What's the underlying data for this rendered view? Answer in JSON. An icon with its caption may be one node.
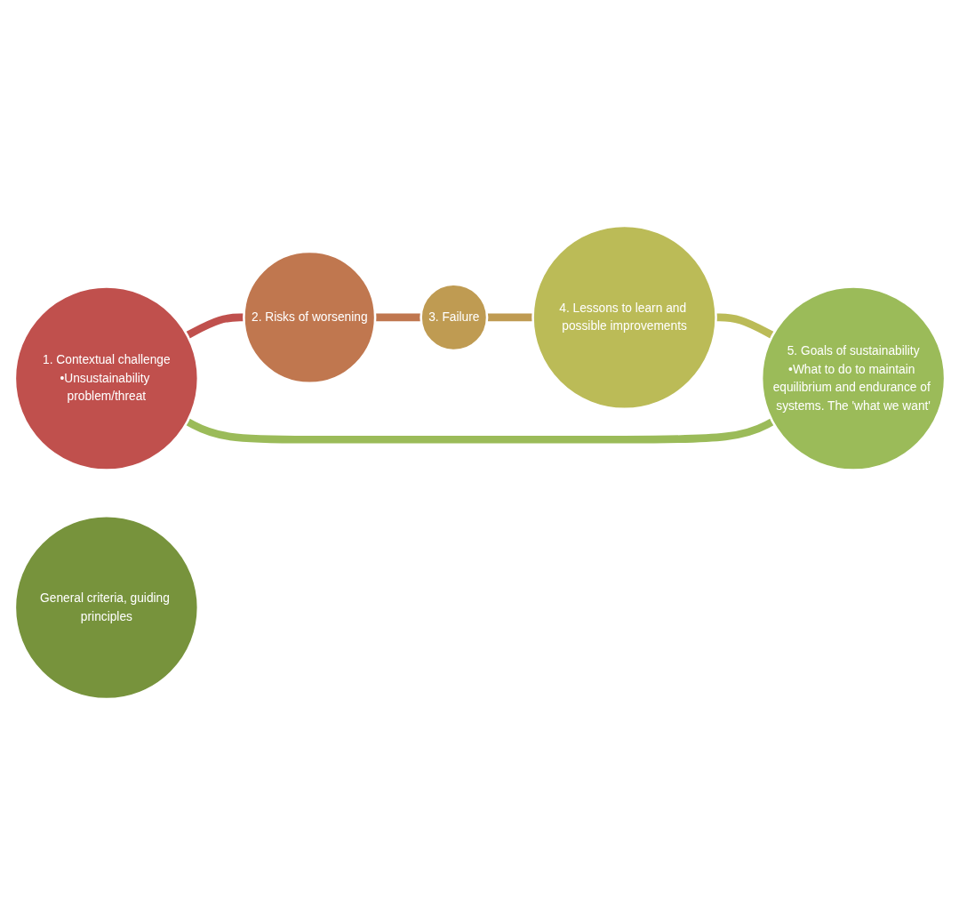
{
  "diagram": {
    "nodes": [
      {
        "text": [
          "1. Contextual challenge",
          "•Unsustainability problem/threat"
        ]
      },
      {
        "text": [
          "2. Risks of worsening"
        ]
      },
      {
        "text": [
          "3. Failure"
        ]
      },
      {
        "text": [
          "4. Lessons to learn and possible improvements"
        ]
      },
      {
        "text": [
          "5. Goals of sustainability",
          "•What to do to maintain equilibrium and endurance of systems. The 'what we want'"
        ]
      },
      {
        "text": [
          "General criteria, guiding principles"
        ]
      }
    ],
    "edges": [
      {
        "from": 0,
        "to": 1,
        "arrow": "none",
        "color": "#c0504d"
      },
      {
        "from": 1,
        "to": 2,
        "arrow": "none",
        "color": "#c0774f"
      },
      {
        "from": 2,
        "to": 3,
        "arrow": "none",
        "color": "#bf9b52"
      },
      {
        "from": 3,
        "to": 4,
        "arrow": "none",
        "color": "#bbbb57"
      },
      {
        "from": 4,
        "to": 0,
        "arrow": "none",
        "color": "#9bbb59"
      }
    ]
  }
}
